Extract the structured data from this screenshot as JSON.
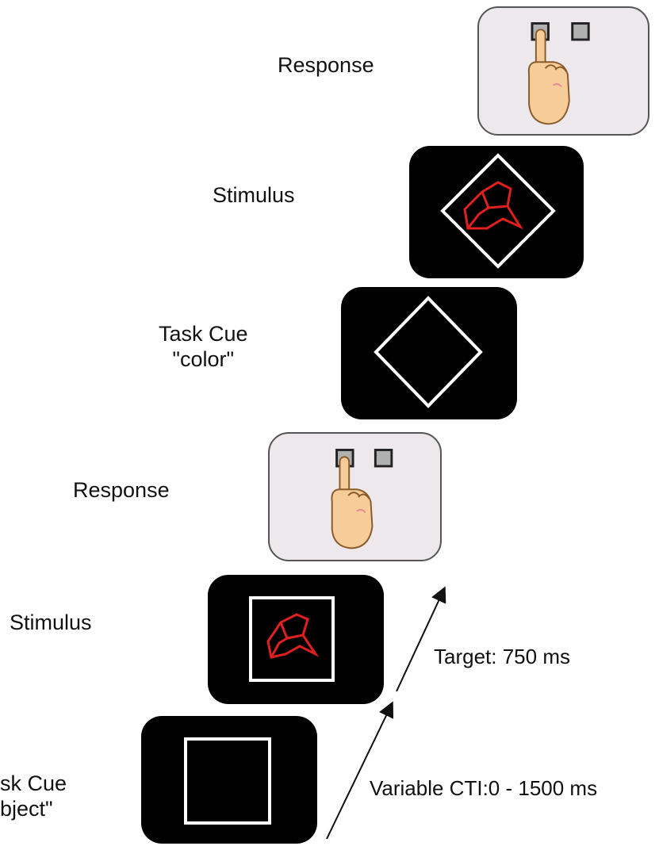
{
  "trials": [
    {
      "response_label": "Response",
      "stimulus_label": "Stimulus",
      "cue_label_line1": "Task Cue",
      "cue_label_line2": "\"color\""
    },
    {
      "response_label": "Response",
      "stimulus_label": "Stimulus",
      "cue_label_line1": "sk Cue",
      "cue_label_line2": "bject\""
    }
  ],
  "annotations": {
    "target": "Target: 750 ms",
    "cti": "Variable CTI:0 - 1500 ms"
  },
  "colors": {
    "panel_dark": "#000000",
    "panel_light": "#ece8ec",
    "frame": "#ffffff",
    "stimulus": "#e0201c",
    "button": "#b0b0b0",
    "hand": "#f6cd98"
  },
  "icons": [
    "hand-press-icon",
    "button-icon",
    "diamond-frame-icon",
    "square-frame-icon",
    "object-shape-icon"
  ]
}
